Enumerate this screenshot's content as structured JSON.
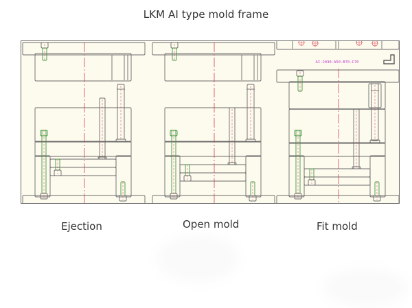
{
  "title": "LKM AI type mold frame",
  "panels": [
    {
      "id": "ejection",
      "label": "Ejection"
    },
    {
      "id": "open-mold",
      "label": "Open mold"
    },
    {
      "id": "fit-mold",
      "label": "Fit mold"
    }
  ],
  "part_number": "AI-2030-A50-B70-C70",
  "colors": {
    "background": "#fdfaee",
    "line": "#6a6a6a",
    "centerline": "#d9434f",
    "bolt": "#3c9a3c",
    "annotation": "#c040d0"
  }
}
